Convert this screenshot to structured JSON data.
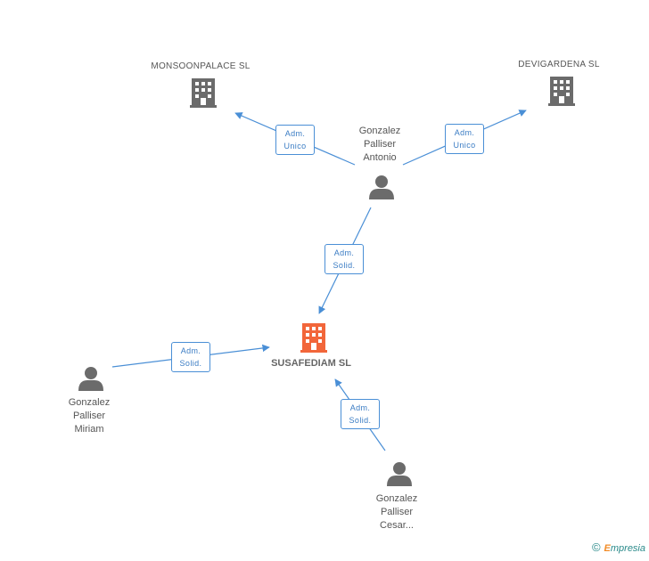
{
  "nodes": {
    "monsoonpalace": {
      "label": "MONSOONPALACE SL",
      "icon": "building-icon",
      "color": "#6b6b6b"
    },
    "devigardena": {
      "label": "DEVIGARDENA SL",
      "icon": "building-icon",
      "color": "#6b6b6b"
    },
    "susafediam": {
      "label": "SUSAFEDIAM SL",
      "icon": "building-icon",
      "color": "#f2663a"
    },
    "antonio": {
      "label": "Gonzalez\nPalliser\nAntonio",
      "icon": "person-icon",
      "color": "#6b6b6b"
    },
    "miriam": {
      "label": "Gonzalez\nPalliser\nMiriam",
      "icon": "person-icon",
      "color": "#6b6b6b"
    },
    "cesar": {
      "label": "Gonzalez\nPalliser\nCesar...",
      "icon": "person-icon",
      "color": "#6b6b6b"
    }
  },
  "edges": {
    "antonio_monsoon": "Adm.\nUnico",
    "antonio_devigardena": "Adm.\nUnico",
    "antonio_susafediam": "Adm.\nSolid.",
    "miriam_susafediam": "Adm.\nSolid.",
    "cesar_susafediam": "Adm.\nSolid."
  },
  "colors": {
    "edge": "#4a8fd6",
    "badge_text": "#3a7cc4"
  },
  "footer": {
    "copyright": "©",
    "brand_first": "E",
    "brand_rest": "mpresia"
  }
}
